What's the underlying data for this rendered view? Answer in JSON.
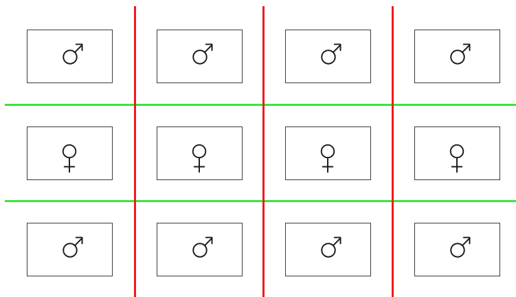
{
  "grid": {
    "rows": [
      {
        "cells": [
          {
            "symbol": "male"
          },
          {
            "symbol": "male"
          },
          {
            "symbol": "male"
          },
          {
            "symbol": "male"
          }
        ]
      },
      {
        "cells": [
          {
            "symbol": "female"
          },
          {
            "symbol": "female"
          },
          {
            "symbol": "female"
          },
          {
            "symbol": "female"
          }
        ]
      },
      {
        "cells": [
          {
            "symbol": "male"
          },
          {
            "symbol": "male"
          },
          {
            "symbol": "male"
          },
          {
            "symbol": "male"
          }
        ]
      }
    ]
  },
  "colors": {
    "vertical_lines": "#ef1a1a",
    "horizontal_lines": "#39e639",
    "cell_border": "#3a3a3a",
    "symbol": "#1a1a1a"
  },
  "icons": {
    "male": "male-symbol-icon",
    "female": "female-symbol-icon"
  }
}
